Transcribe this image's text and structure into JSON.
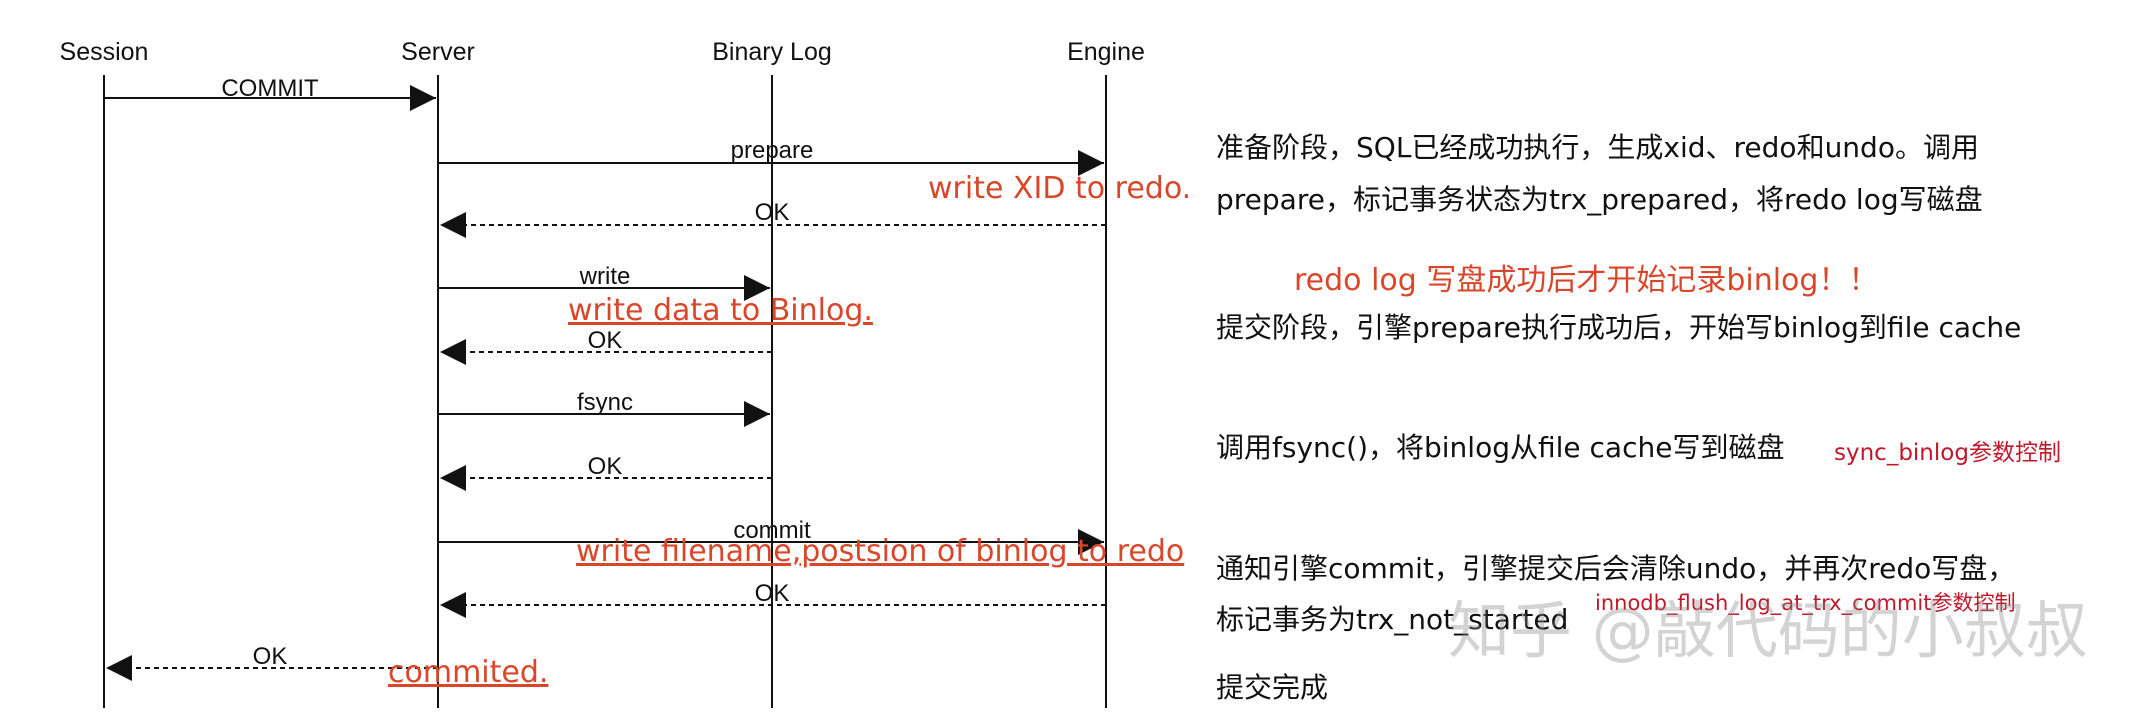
{
  "lanes": {
    "session": "Session",
    "server": "Server",
    "binlog": "Binary Log",
    "engine": "Engine"
  },
  "messages": {
    "commit1": "COMMIT",
    "prepare": "prepare",
    "ok_prepare": "OK",
    "write": "write",
    "ok_write": "OK",
    "fsync": "fsync",
    "ok_fsync": "OK",
    "commit2": "commit",
    "ok_commit": "OK",
    "ok_final": "OK"
  },
  "diagram_notes": {
    "xid": "write XID to redo.",
    "binlog_data": "write data to Binlog.",
    "filename": "write filename,postsion of binlog to redo",
    "committed": "commited."
  },
  "descriptions": {
    "prepare_line1": "准备阶段，SQL已经成功执行，生成xid、redo和undo。调用",
    "prepare_line2": "prepare，标记事务状态为trx_prepared，将redo log写磁盘",
    "redo_first": "redo log 写盘成功后才开始记录binlog！！",
    "commit_phase": "提交阶段，引擎prepare执行成功后，开始写binlog到file cache",
    "fsync": "调用fsync()，将binlog从file cache写到磁盘",
    "fsync_param": "sync_binlog参数控制",
    "notify_line1": "通知引擎commit，引擎提交后会清除undo，并再次redo写盘，",
    "notify_line2": "标记事务为trx_not_started",
    "flush_param": "innodb_flush_log_at_trx_commit参数控制",
    "done": "提交完成"
  },
  "watermark": "知乎 @敲代码的小叔叔",
  "colors": {
    "note": "#d9472b",
    "param": "#c0182a",
    "line": "#111111"
  }
}
